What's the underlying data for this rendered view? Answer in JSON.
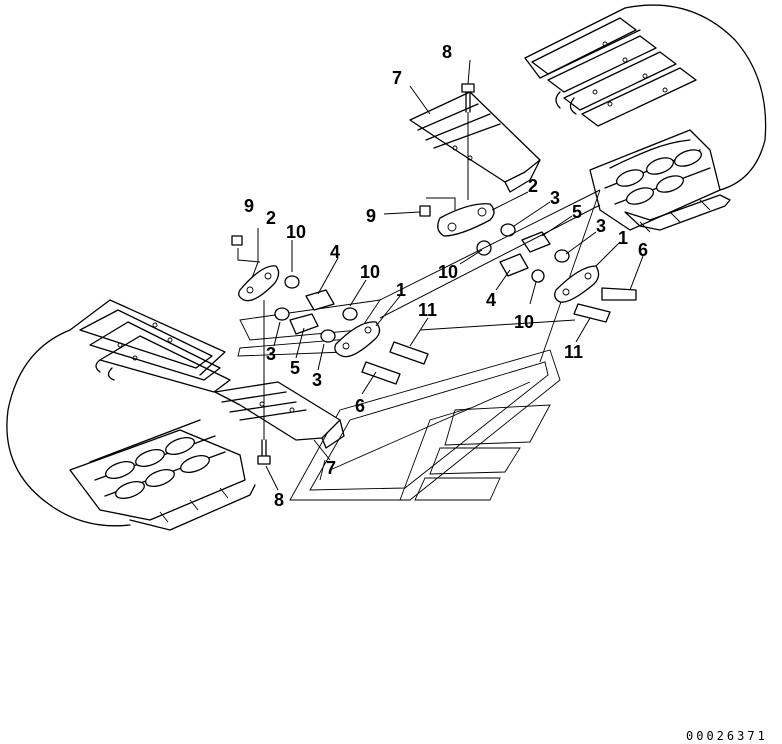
{
  "callouts": {
    "c8_top": "8",
    "c7_top": "7",
    "c2_right": "2",
    "c3_right_a": "3",
    "c9_right": "9",
    "c5_right": "5",
    "c3_right_b": "3",
    "c1_right": "1",
    "c6_right": "6",
    "c10_mid": "10",
    "c4_right": "4",
    "c10_right": "10",
    "c11_right": "11",
    "c9_left": "9",
    "c2_left": "2",
    "c10_left_a": "10",
    "c4_left": "4",
    "c10_left_b": "10",
    "c1_left": "1",
    "c11_left": "11",
    "c3_left_a": "3",
    "c5_left": "5",
    "c3_left_b": "3",
    "c6_left": "6",
    "c7_bottom": "7",
    "c8_bottom": "8"
  },
  "drawing_code": "00026371"
}
